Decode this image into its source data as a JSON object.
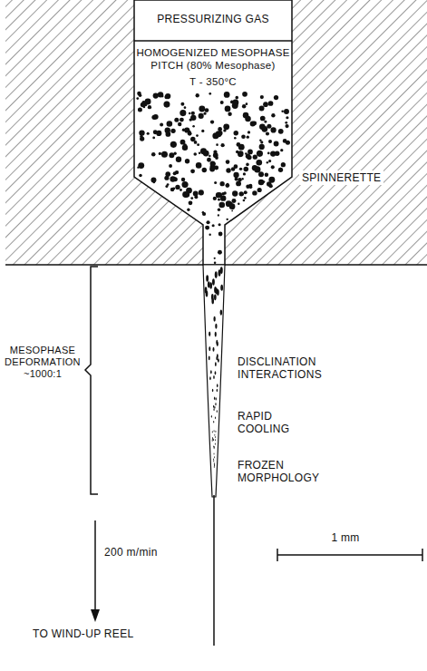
{
  "diagram": {
    "labels": [
      "PRESSURIZING GAS",
      "HOMOGENIZED MESOPHASE PITCH (80% Mesophase)",
      "T - 350°C",
      "SPINNERETTE",
      "MESOPHASE DEFORMATION ~1000:1",
      "DISCLINATION INTERACTIONS",
      "RAPID COOLING",
      "FROZEN MORPHOLOGY",
      "200 m/min",
      "TO WIND-UP REEL",
      "1 mm"
    ]
  }
}
